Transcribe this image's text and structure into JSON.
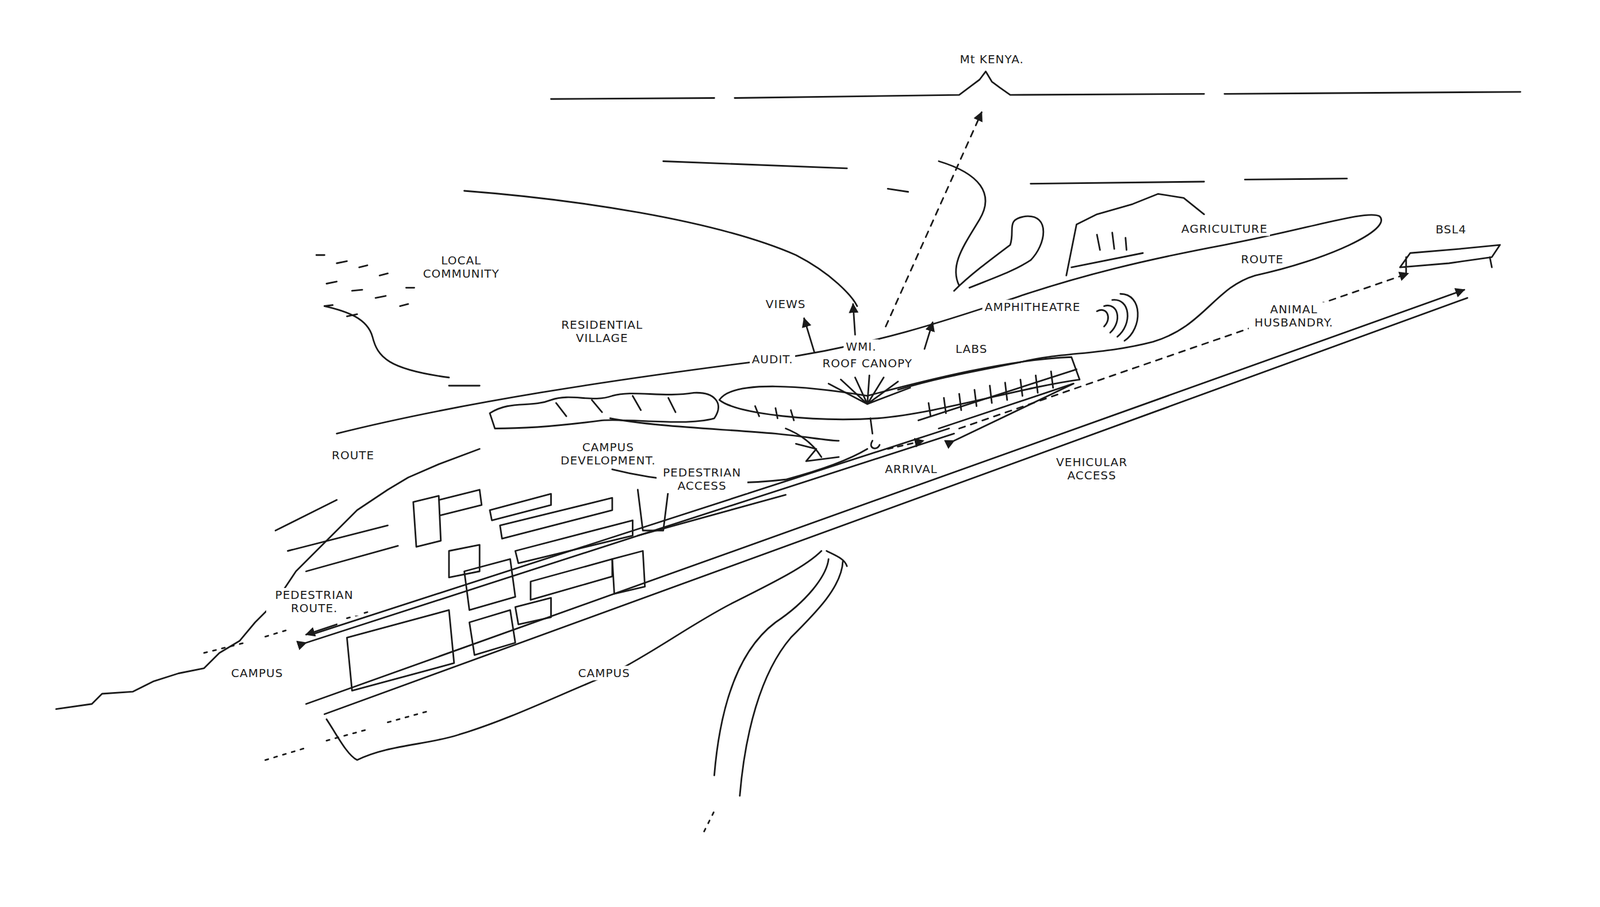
{
  "diagram": {
    "labels": [
      "Mt KENYA.",
      "LOCAL COMMUNITY",
      "VIEWS",
      "AGRICULTURE",
      "ROUTE",
      "BSL4",
      "AMPHITHEATRE",
      "ANIMAL HUSBANDRY.",
      "RESIDENTIAL VILLAGE",
      "AUDIT.",
      "WMI.",
      "ROOF CANOPY",
      "LABS",
      "ROUTE",
      "CAMPUS DEVELOPMENT.",
      "PEDESTRIAN ACCESS",
      "ARRIVAL",
      "VEHICULAR ACCESS",
      "PEDESTRIAN ROUTE.",
      "CAMPUS",
      "CAMPUS"
    ]
  }
}
